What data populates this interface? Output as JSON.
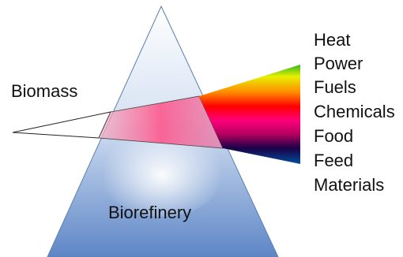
{
  "diagram": {
    "input_label": "Biomass",
    "process_label": "Biorefinery",
    "outputs": [
      "Heat",
      "Power",
      "Fuels",
      "Chemicals",
      "Food",
      "Feed",
      "Materials"
    ]
  },
  "colors": {
    "prism_top": "#ffffff",
    "prism_bottom": "#5d86c6",
    "prism_edge": "#5a7fb5",
    "spectrum": [
      "#2db81e",
      "#e8f000",
      "#ff8a00",
      "#ff0000",
      "#ff007a",
      "#b4005f",
      "#1a0047",
      "#004e9a"
    ],
    "beam_fill": "#ffffff",
    "inner_beam": "#ff5a8c"
  }
}
